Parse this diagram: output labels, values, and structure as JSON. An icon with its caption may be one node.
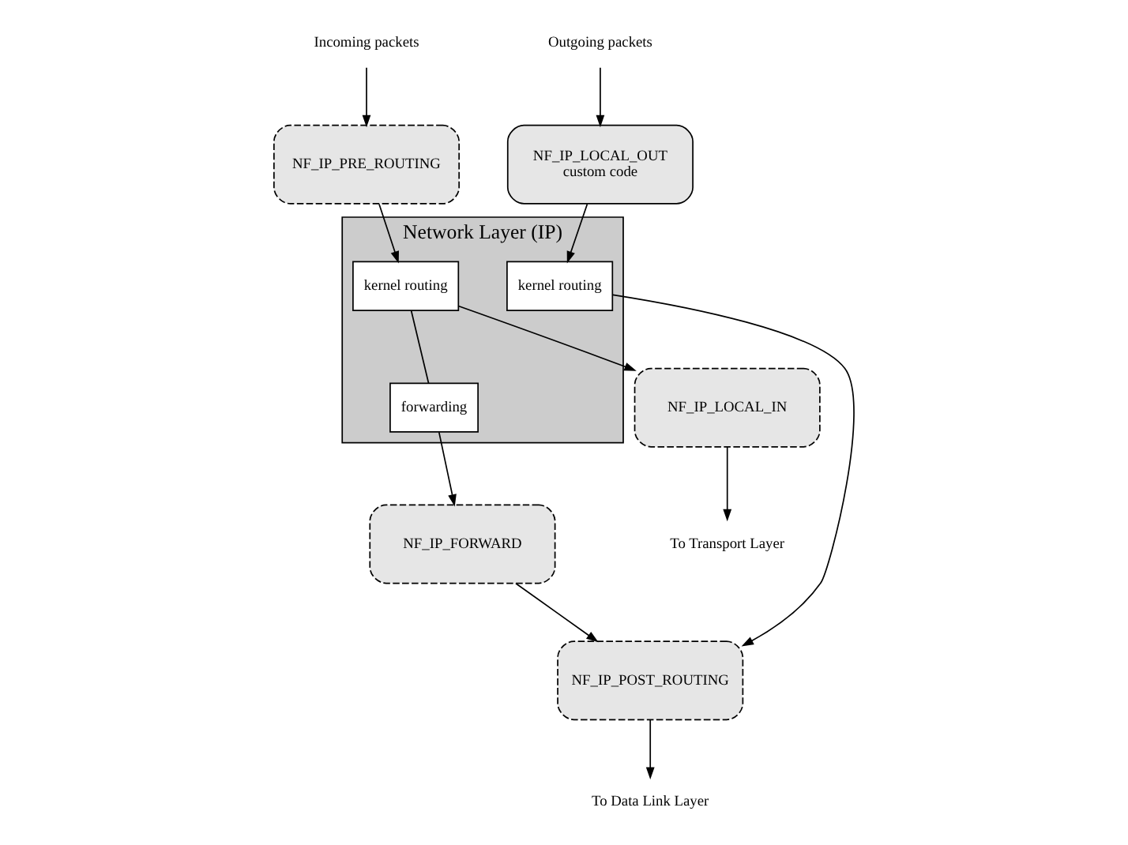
{
  "diagram": {
    "nodes": [
      {
        "text": [
          "Network Layer (IP)"
        ]
      },
      {
        "text": [
          "NF_IP_LOCAL_IN"
        ]
      },
      {
        "text": [
          "NF_IP_FORWARD"
        ]
      },
      {
        "text": [
          "NF_IP_PRE_ROUTING"
        ]
      },
      {
        "text": [
          "NF_IP_LOCAL_OUT",
          "custom code"
        ]
      },
      {
        "text": [
          "NF_IP_POST_ROUTING"
        ]
      },
      {
        "text": [
          "forwarding"
        ],
        "in": 0
      },
      {
        "text": [
          "kernel routing"
        ],
        "in": 0
      },
      {
        "text": [
          "kernel routing"
        ],
        "in": 0
      },
      {
        "text": [
          "To Transport Layer"
        ]
      },
      {
        "text": [
          "Outgoing packets"
        ]
      },
      {
        "text": [
          "Incoming packets"
        ]
      },
      {
        "text": [
          "To Data Link Layer"
        ]
      }
    ],
    "edges": [
      {
        "from": 11,
        "to": 3,
        "arrow": "to"
      },
      {
        "from": 3,
        "to": 7,
        "arrow": "to"
      },
      {
        "from": 7,
        "to": 1,
        "arrow": "to"
      },
      {
        "from": 7,
        "to": 6,
        "arrow": "none"
      },
      {
        "from": 6,
        "to": 2,
        "arrow": "to"
      },
      {
        "from": 1,
        "to": 9,
        "arrow": "to"
      },
      {
        "from": 2,
        "to": 5,
        "arrow": "to"
      },
      {
        "from": 10,
        "to": 4,
        "arrow": "to"
      },
      {
        "from": 4,
        "to": 8,
        "arrow": "to"
      },
      {
        "from": 8,
        "to": 5,
        "arrow": "to"
      },
      {
        "from": 5,
        "to": 12,
        "arrow": "to"
      }
    ]
  }
}
